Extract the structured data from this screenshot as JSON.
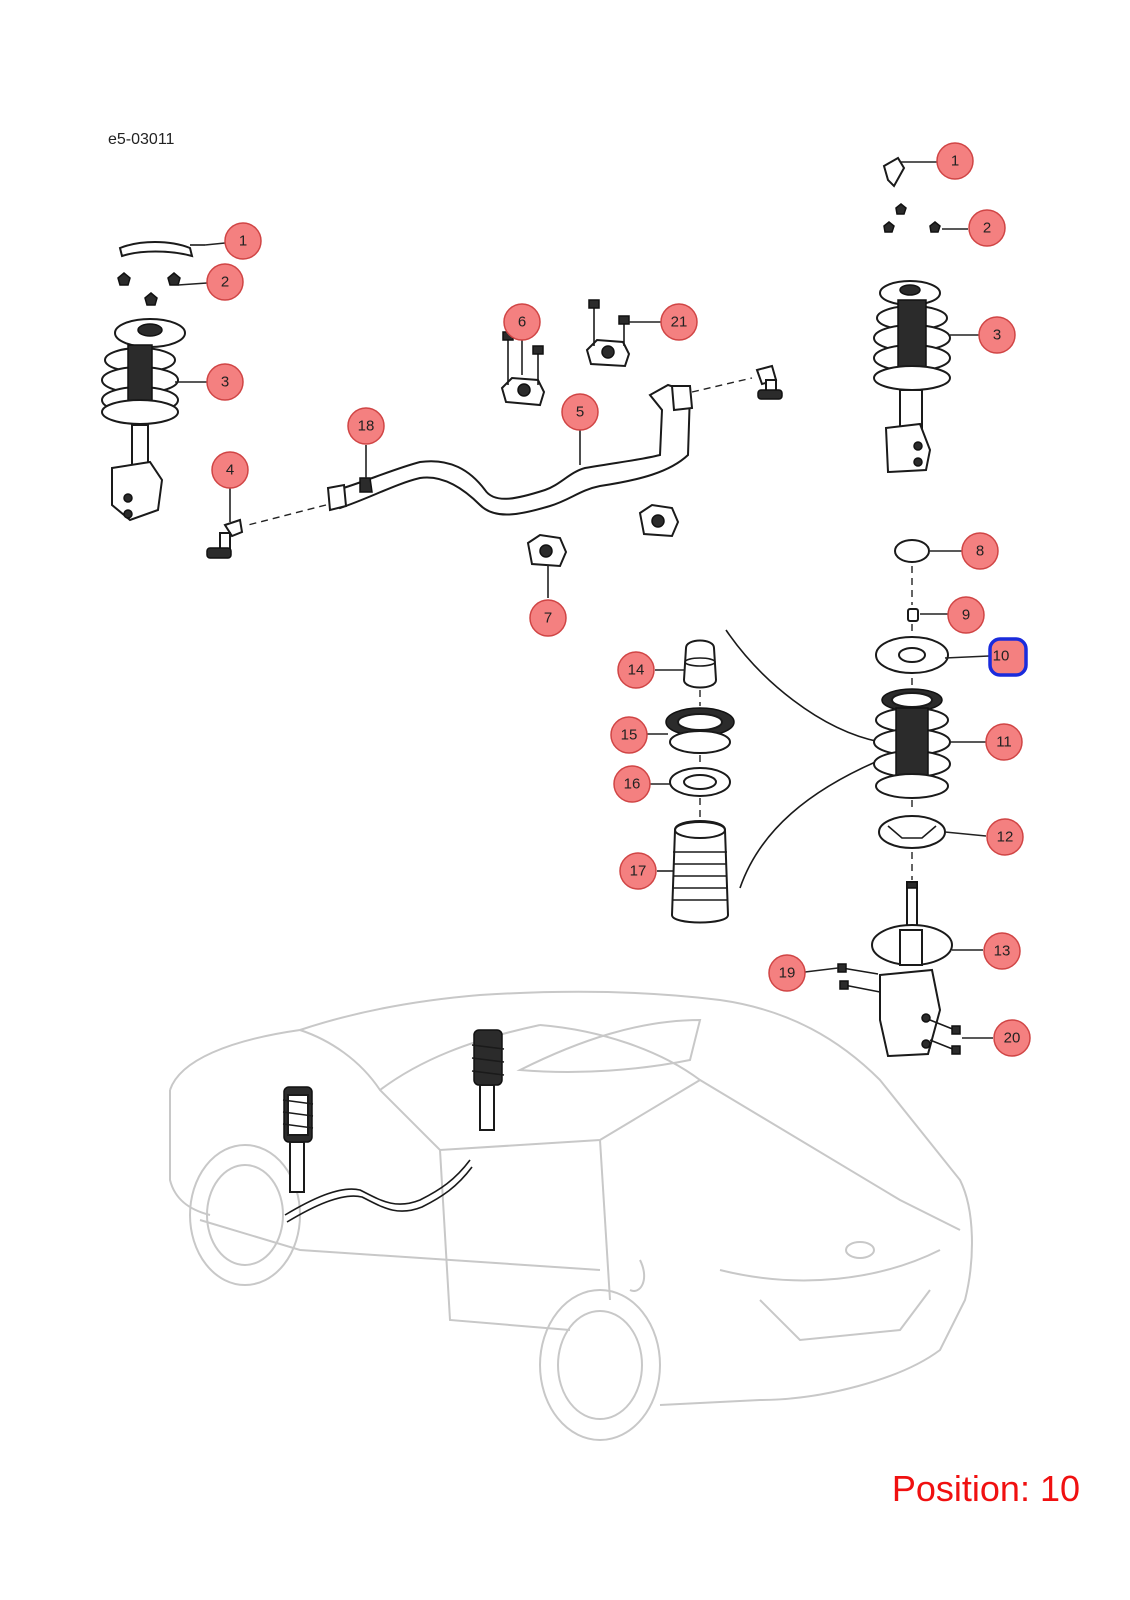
{
  "diagram_code": "e5-03011",
  "position": {
    "label": "Position: 10",
    "selected_number": "10"
  },
  "callouts": {
    "c1_left": "1",
    "c2_left": "2",
    "c3_left": "3",
    "c4": "4",
    "c5": "5",
    "c6": "6",
    "c7": "7",
    "c18": "18",
    "c21": "21",
    "c1_right": "1",
    "c2_right": "2",
    "c3_right": "3",
    "c8": "8",
    "c9": "9",
    "c10": "10",
    "c11": "11",
    "c12": "12",
    "c13": "13",
    "c14": "14",
    "c15": "15",
    "c16": "16",
    "c17": "17",
    "c19": "19",
    "c20": "20"
  },
  "colors": {
    "callout_fill": "#f48080",
    "selected_outline": "#1a2bdc",
    "position_text": "#f01010",
    "car_outline": "#c8c8c8"
  }
}
